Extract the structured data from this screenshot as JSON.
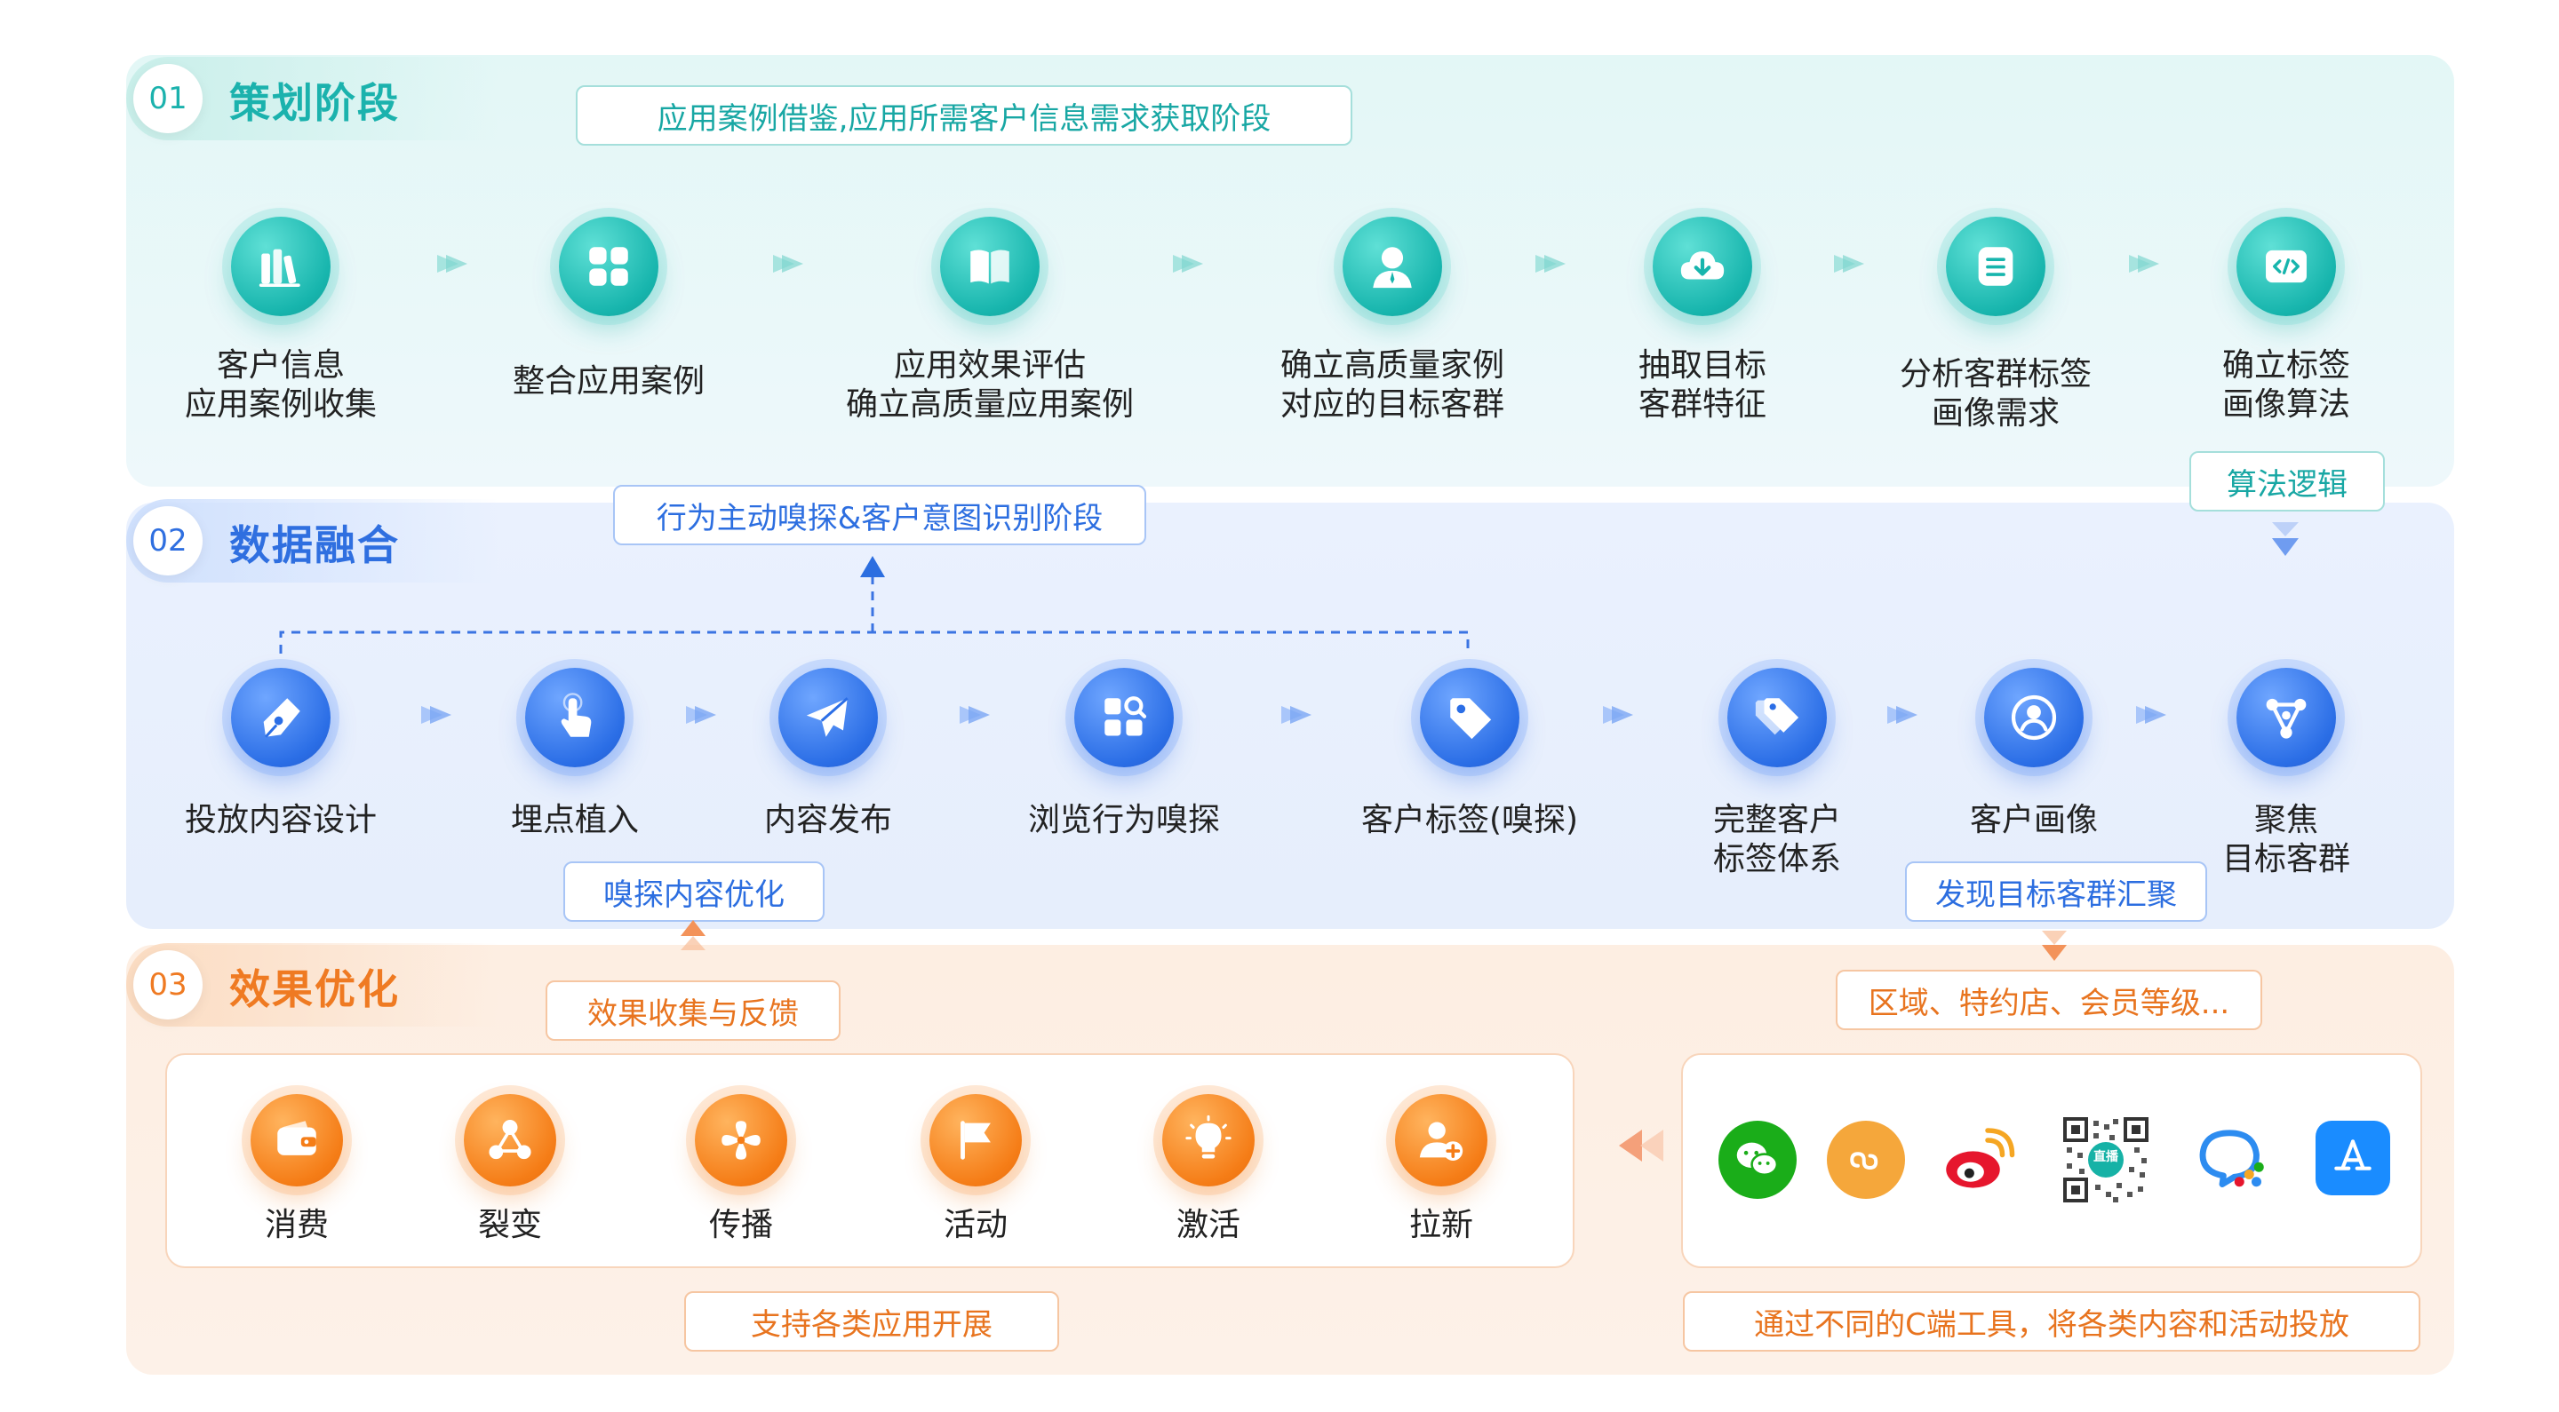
{
  "stages": [
    {
      "num": "01",
      "title": "策划阶段"
    },
    {
      "num": "02",
      "title": "数据融合"
    },
    {
      "num": "03",
      "title": "效果优化"
    }
  ],
  "tags": {
    "stage1": "应用案例借鉴,应用所需客户信息需求获取阶段",
    "sniff": "行为主动嗅探&客户意图识别阶段",
    "algo_logic": "算法逻辑",
    "sniff_optimize": "嗅探内容优化",
    "discover": "发现目标客群汇聚",
    "feedback": "效果收集与反馈",
    "region": "区域、特约店、会员等级...",
    "support": "支持各类应用开展",
    "c_tools": "通过不同的C端工具，将各类内容和活动投放"
  },
  "stage1_steps": [
    {
      "line1": "客户信息",
      "line2": "应用案例收集",
      "icon": "books-icon"
    },
    {
      "line1": "整合应用案例",
      "line2": "",
      "icon": "grid-icon"
    },
    {
      "line1": "应用效果评估",
      "line2": "确立高质量应用案例",
      "icon": "book-icon"
    },
    {
      "line1": "确立高质量家例",
      "line2": "对应的目标客群",
      "icon": "person-icon"
    },
    {
      "line1": "抽取目标",
      "line2": "客群特征",
      "icon": "cloud-download-icon"
    },
    {
      "line1": "分析客群标签",
      "line2": "画像需求",
      "icon": "list-icon"
    },
    {
      "line1": "确立标签",
      "line2": "画像算法",
      "icon": "code-icon"
    }
  ],
  "stage2_steps": [
    {
      "line1": "投放内容设计",
      "line2": "",
      "icon": "pen-icon"
    },
    {
      "line1": "埋点植入",
      "line2": "",
      "icon": "touch-icon"
    },
    {
      "line1": "内容发布",
      "line2": "",
      "icon": "send-icon"
    },
    {
      "line1": "浏览行为嗅探",
      "line2": "",
      "icon": "apps-search-icon"
    },
    {
      "line1": "客户标签(嗅探)",
      "line2": "",
      "icon": "tag-icon"
    },
    {
      "line1": "完整客户",
      "line2": "标签体系",
      "icon": "tags-icon"
    },
    {
      "line1": "客户画像",
      "line2": "",
      "icon": "user-circle-icon"
    },
    {
      "line1": "聚焦",
      "line2": "目标客群",
      "icon": "network-icon"
    }
  ],
  "stage3_actions": [
    {
      "label": "消费",
      "icon": "wallet-icon"
    },
    {
      "label": "裂变",
      "icon": "share-icon"
    },
    {
      "label": "传播",
      "icon": "fan-icon"
    },
    {
      "label": "活动",
      "icon": "flag-icon"
    },
    {
      "label": "激活",
      "icon": "bulb-icon"
    },
    {
      "label": "拉新",
      "icon": "add-user-icon"
    }
  ],
  "apps": [
    {
      "name": "wechat-icon",
      "color": "#1aad19"
    },
    {
      "name": "mini-program-icon",
      "color": "#f5a73b"
    },
    {
      "name": "weibo-icon",
      "color": "#e6162d"
    },
    {
      "name": "qrcode-icon",
      "color": "#333333"
    },
    {
      "name": "wecom-icon",
      "color": "#2d8cf0"
    },
    {
      "name": "app-store-icon",
      "color": "#1a8cff"
    }
  ],
  "qrcode_badge": "直播",
  "colors": {
    "teal": "#1bb2ad",
    "blue": "#2f6fe0",
    "orange": "#ef7a22"
  }
}
